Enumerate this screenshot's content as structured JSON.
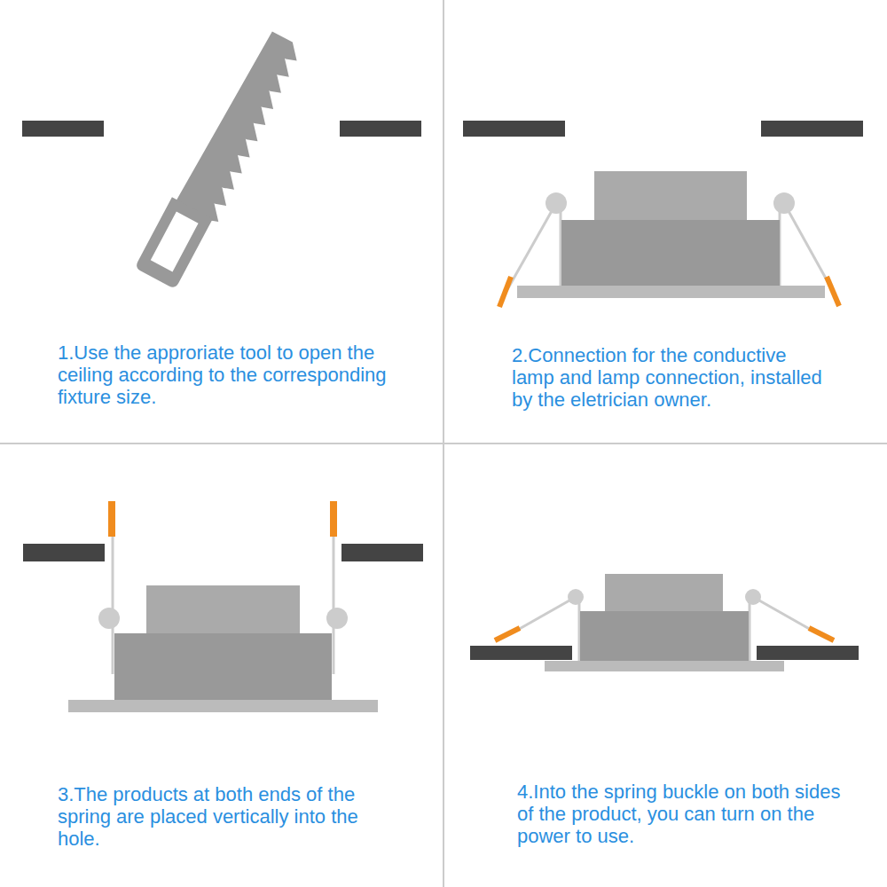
{
  "diagram": {
    "labels": [
      "1.Use the approriate tool to open the ceiling according to the corresponding fixture size.",
      "2.Connection for the conductive lamp and lamp connection, installed by the eletrician owner.",
      "3.The products at both ends of the spring are placed vertically into the hole.",
      "4.Into the spring buckle on both sides of the product, you can turn on the power to use."
    ]
  }
}
